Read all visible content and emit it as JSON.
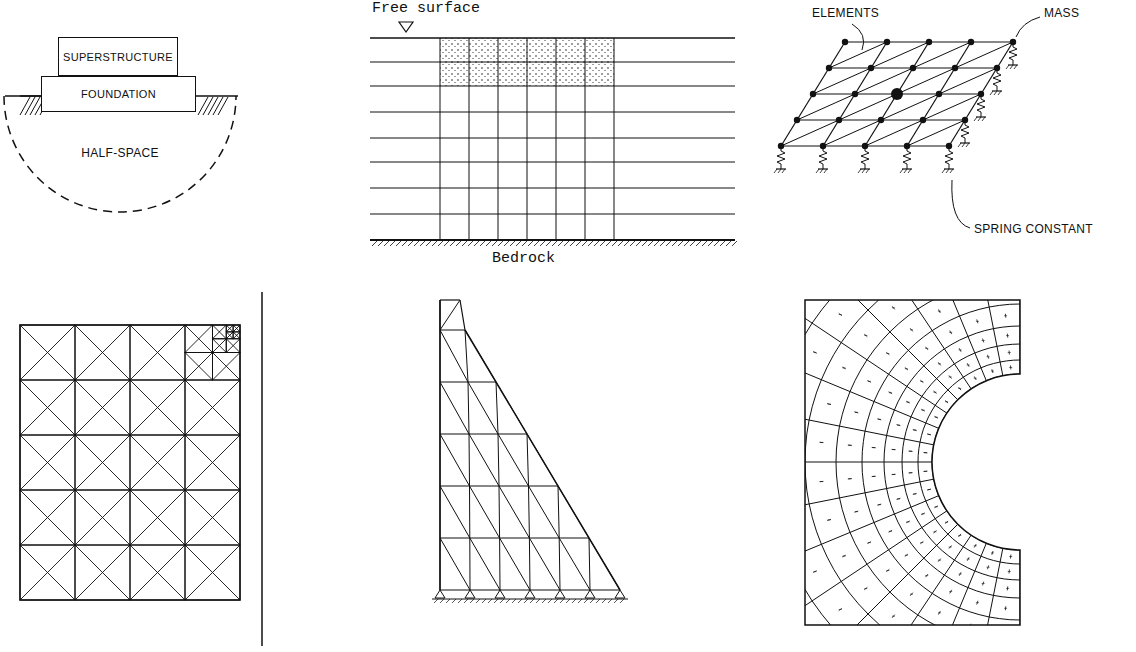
{
  "diagram": {
    "nodes": [
      {
        "text": [
          "SUPERSTRUCTURE"
        ]
      },
      {
        "text": [
          "FOUNDATION"
        ]
      },
      {
        "text": [
          "HALF-SPACE"
        ]
      }
    ],
    "labels": [
      "Free surface",
      "Bedrock",
      "ELEMENTS",
      "MASS",
      "SPRING CONSTANT"
    ]
  }
}
